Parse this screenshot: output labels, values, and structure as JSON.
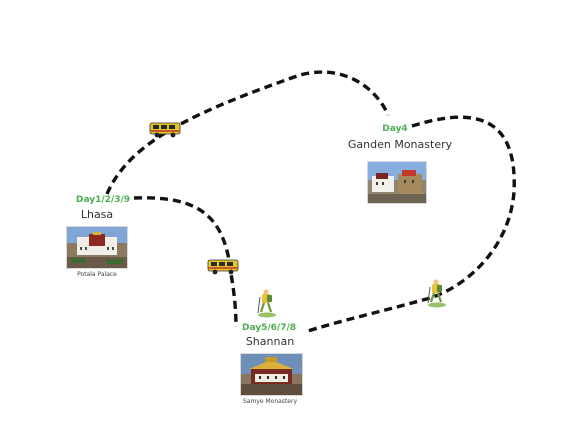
{
  "colors": {
    "route": "#111111",
    "day_label": "#4caf50",
    "place_name": "#333333",
    "vehicle": "#e5c72a"
  },
  "stops": {
    "lhasa": {
      "day": "Day1/2/3/9",
      "name": "Lhasa",
      "photo_caption": "Potala Palace",
      "photo_icon": "potala-palace-photo"
    },
    "ganden": {
      "day": "Day4",
      "name": "Ganden Monastery",
      "photo_caption": "",
      "photo_icon": "ganden-monastery-photo"
    },
    "shannan": {
      "day": "Day5/6/7/8",
      "name": "Shannan",
      "photo_caption": "Samye Monastery",
      "photo_icon": "samye-monastery-photo"
    }
  },
  "legs": [
    {
      "from": "Lhasa",
      "to": "Ganden Monastery",
      "transport": "van-icon"
    },
    {
      "from": "Lhasa",
      "to": "Shannan",
      "transport": "van-icon"
    },
    {
      "from": "Ganden Monastery",
      "to": "Shannan",
      "transport": "hiker-icon"
    },
    {
      "from": "Shannan",
      "to": "Shannan",
      "transport": "hiker-icon"
    }
  ]
}
